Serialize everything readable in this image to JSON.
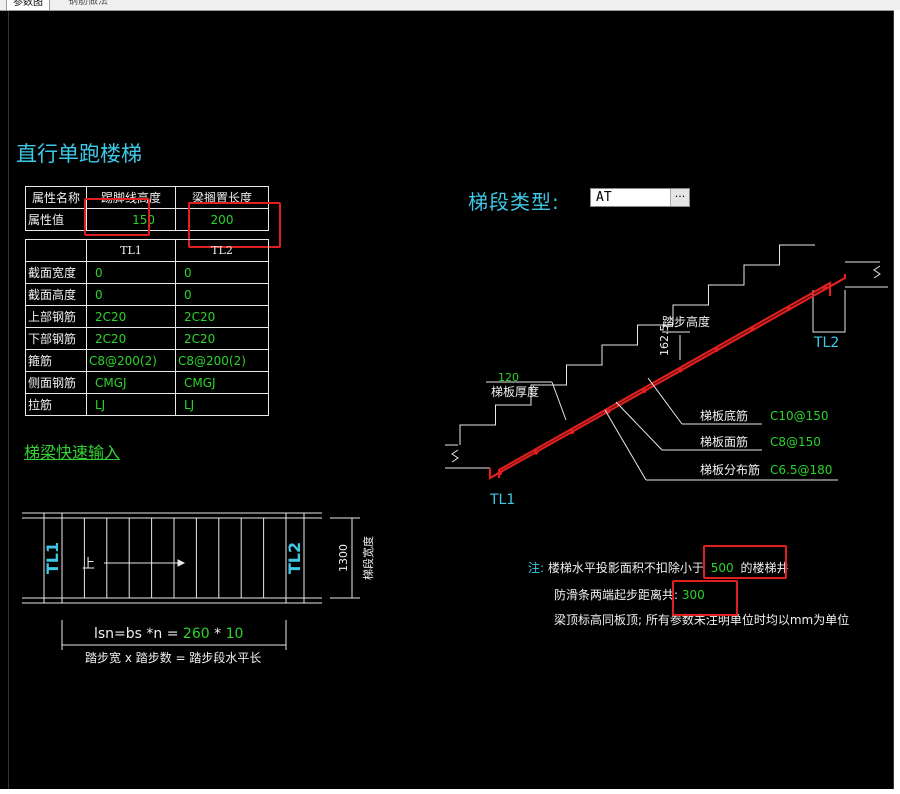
{
  "tabs": [
    "参数图",
    "钢筋做法"
  ],
  "title": "直行单跑楼梯",
  "prop_table": {
    "header": [
      "属性名称",
      "踢脚线高度",
      "梁搁置长度"
    ],
    "row_label": "属性值",
    "values": [
      "150",
      "200"
    ]
  },
  "beam_table": {
    "columns": [
      "",
      "TL1",
      "TL2"
    ],
    "rows": [
      {
        "label": "截面宽度",
        "tl1": "0",
        "tl2": "0"
      },
      {
        "label": "截面高度",
        "tl1": "0",
        "tl2": "0"
      },
      {
        "label": "上部钢筋",
        "tl1": "2C20",
        "tl2": "2C20"
      },
      {
        "label": "下部钢筋",
        "tl1": "2C20",
        "tl2": "2C20"
      },
      {
        "label": "箍筋",
        "tl1": "C8@200(2)",
        "tl2": "C8@200(2)"
      },
      {
        "label": "侧面钢筋",
        "tl1": "CMGJ",
        "tl2": "CMGJ"
      },
      {
        "label": "拉筋",
        "tl1": "LJ",
        "tl2": "LJ"
      }
    ]
  },
  "quick_input": "梯梁快速输入",
  "plan": {
    "tl1": "TL1",
    "tl2": "TL2",
    "up": "上",
    "width_value": "1300",
    "width_label": "梯段宽度",
    "formula_prefix": "lsn=bs *n = ",
    "formula_bs": "260",
    "formula_times": " * ",
    "formula_n": "10",
    "formula_desc": "踏步宽 x 踏步数 = 踏步段水平长"
  },
  "segment": {
    "label": "梯段类型:",
    "value": "AT",
    "button": "···"
  },
  "section": {
    "step_height": "踏步高度",
    "step_height_value": "162.5",
    "thickness_value": "120",
    "thickness_label": "梯板厚度",
    "bottom_rebar_label": "梯板底筋",
    "bottom_rebar_value": "C10@150",
    "top_rebar_label": "梯板面筋",
    "top_rebar_value": "C8@150",
    "dist_rebar_label": "梯板分布筋",
    "dist_rebar_value": "C6.5@180",
    "tl1": "TL1",
    "tl2": "TL2"
  },
  "notes": {
    "prefix": "注:",
    "line1_a": "楼梯水平投影面积不扣除小于",
    "line1_value": "500",
    "line1_b": "的楼梯井",
    "line2_a": "防滑条两端起步距离共:",
    "line2_value": "300",
    "line3": "梁顶标高同板顶; 所有参数未注明单位时均以mm为单位"
  },
  "colors": {
    "cyan": "#3fc8e6",
    "green": "#2bd32b",
    "red": "#e02020",
    "white": "#f0f0f0",
    "background": "#000000"
  }
}
